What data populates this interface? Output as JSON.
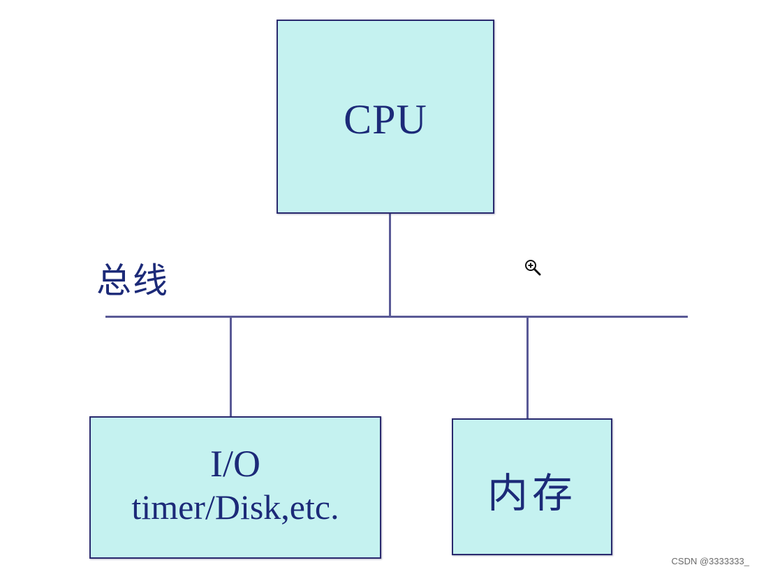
{
  "diagram": {
    "colors": {
      "box_fill": "#c5f2f0",
      "border": "#2a2a6e",
      "line": "#5a5a96",
      "text": "#1c2a78"
    },
    "cpu": {
      "label": "CPU"
    },
    "bus": {
      "label": "总线"
    },
    "io": {
      "line1": "I/O",
      "line2": "timer/Disk,etc."
    },
    "memory": {
      "label": "内存"
    }
  },
  "cursor": {
    "icon": "zoom-in-icon"
  },
  "watermark": {
    "text": "CSDN @3333333_"
  }
}
